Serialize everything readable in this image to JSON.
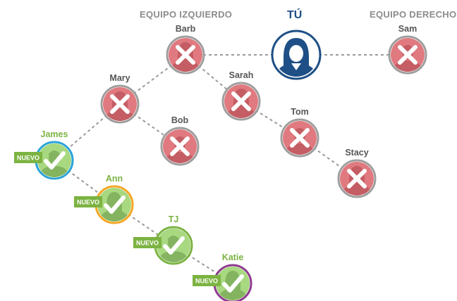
{
  "headers": {
    "left_team": "EQUIPO IZQUIERDO",
    "you": "TÚ",
    "right_team": "EQUIPO DERECHO"
  },
  "badge_label": "NUEVO",
  "colors": {
    "header_gray": "#8c8c8c",
    "you_blue": "#1e4f86",
    "inactive_fill": "#e07a80",
    "inactive_ring": "#9e9e9e",
    "inactive_name": "#555555",
    "new_name": "#7cb342",
    "badge_green": "#7cb342",
    "connector": "#9a9a9a"
  },
  "members": [
    {
      "id": "barb",
      "name": "Barb",
      "status": "inactive",
      "gender": "female"
    },
    {
      "id": "sam",
      "name": "Sam",
      "status": "inactive",
      "gender": "male"
    },
    {
      "id": "mary",
      "name": "Mary",
      "status": "inactive",
      "gender": "female"
    },
    {
      "id": "sarah",
      "name": "Sarah",
      "status": "inactive",
      "gender": "female"
    },
    {
      "id": "bob",
      "name": "Bob",
      "status": "inactive",
      "gender": "male"
    },
    {
      "id": "tom",
      "name": "Tom",
      "status": "inactive",
      "gender": "male"
    },
    {
      "id": "stacy",
      "name": "Stacy",
      "status": "inactive",
      "gender": "female"
    },
    {
      "id": "james",
      "name": "James",
      "status": "new",
      "gender": "male",
      "ring": "#29a3d8"
    },
    {
      "id": "ann",
      "name": "Ann",
      "status": "new",
      "gender": "female",
      "ring": "#f5a623"
    },
    {
      "id": "tj",
      "name": "TJ",
      "status": "new",
      "gender": "male",
      "ring": "#7cb342"
    },
    {
      "id": "katie",
      "name": "Katie",
      "status": "new",
      "gender": "female",
      "ring": "#8e3a8e"
    }
  ],
  "connections": [
    [
      "you",
      "barb"
    ],
    [
      "you",
      "sam"
    ],
    [
      "barb",
      "mary"
    ],
    [
      "barb",
      "sarah"
    ],
    [
      "sarah",
      "tom"
    ],
    [
      "tom",
      "stacy"
    ],
    [
      "mary",
      "bob"
    ],
    [
      "mary",
      "james"
    ],
    [
      "james",
      "ann"
    ],
    [
      "ann",
      "tj"
    ],
    [
      "tj",
      "katie"
    ]
  ]
}
